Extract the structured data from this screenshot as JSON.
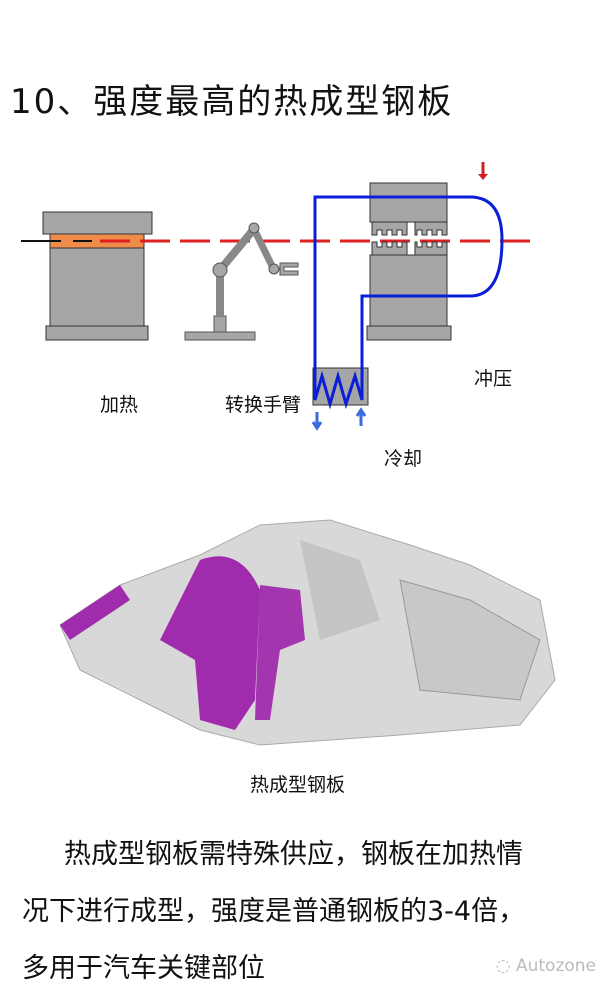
{
  "title": "10、强度最高的热成型钢板",
  "diagram": {
    "heating_label": "加热",
    "robot_arm_label": "转换手臂",
    "press_label": "冲压",
    "cooling_label": "冷却",
    "colors": {
      "blank_line": "#e02020",
      "cooling_pipe": "#0a1ed8",
      "machine": "#a6a6a6",
      "heated_zone": "#f08c4a",
      "highlight": "#9a1aa8"
    }
  },
  "figure_caption": "热成型钢板",
  "body": {
    "lines": [
      "热成型钢板需特殊供应，钢板在加热情",
      "况下进行成型，强度是普通钢板的3-4倍，",
      "多用于汽车关键部位"
    ]
  },
  "watermark": "Autozone"
}
